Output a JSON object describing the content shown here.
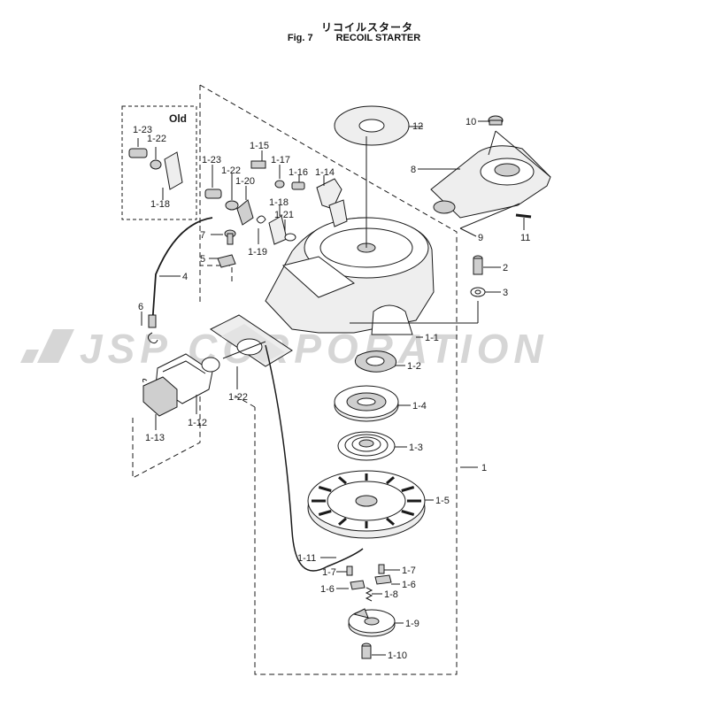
{
  "header": {
    "title_jp": "リコイルスタータ",
    "fig_label": "Fig. 7",
    "title_en": "RECOIL STARTER"
  },
  "inset": {
    "title": "Old"
  },
  "watermark": "JSP CORPORATION",
  "colors": {
    "ink": "#1a1a1a",
    "watermark": "#d6d6d6",
    "fill_light": "#eeeeee",
    "fill_mid": "#cfcfcf"
  },
  "callouts": {
    "p1": "1",
    "p1_1": "1-1",
    "p1_2": "1-2",
    "p1_3": "1-3",
    "p1_4": "1-4",
    "p1_5": "1-5",
    "p1_6a": "1-6",
    "p1_6b": "1-6",
    "p1_7a": "1-7",
    "p1_7b": "1-7",
    "p1_8": "1-8",
    "p1_9": "1-9",
    "p1_10": "1-10",
    "p1_11": "1-11",
    "p1_12": "1-12",
    "p1_13": "1-13",
    "p1_14": "1-14",
    "p1_15": "1-15",
    "p1_16": "1-16",
    "p1_17": "1-17",
    "p1_18": "1-18",
    "p1_19": "1-19",
    "p1_20": "1-20",
    "p1_21": "1-21",
    "p1_22": "1-22",
    "p1_23": "1-23",
    "old_1_23": "1-23",
    "old_1_22": "1-22",
    "old_1_18": "1-18",
    "p2": "2",
    "p3": "3",
    "p4": "4",
    "p5": "5",
    "p6": "6",
    "p7": "7",
    "p8": "8",
    "p9": "9",
    "p10": "10",
    "p11": "11",
    "p12": "12"
  }
}
